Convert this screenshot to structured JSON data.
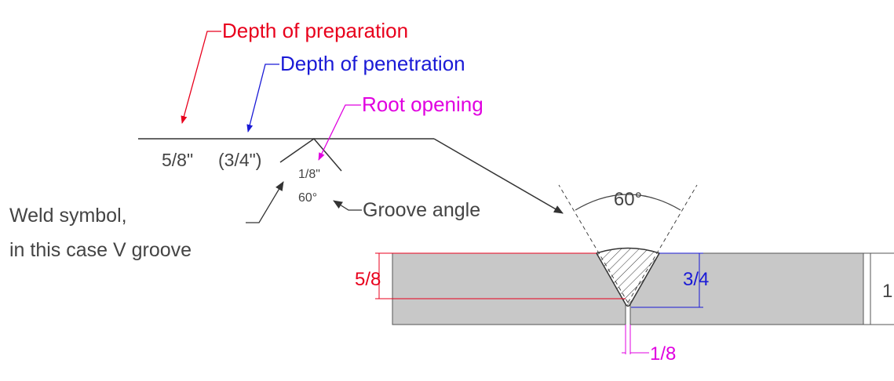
{
  "labels": {
    "depth_of_preparation": "Depth of preparation",
    "depth_of_penetration": "Depth of penetration",
    "root_opening": "Root opening",
    "weld_symbol_line1": "Weld symbol,",
    "weld_symbol_line2": "in this case V groove",
    "groove_angle": "Groove angle"
  },
  "symbol": {
    "preparation_value": "5/8\"",
    "penetration_value": "(3/4\")",
    "root_value": "1/8\"",
    "angle_value": "60°"
  },
  "section": {
    "angle_label": "60°",
    "preparation_dim": "5/8",
    "penetration_dim": "3/4",
    "root_dim": "1/8",
    "thickness_dim": "1"
  },
  "colors": {
    "preparation": "#e8001c",
    "penetration": "#1a1ad6",
    "root": "#e000e0",
    "linework": "#333333",
    "plate_fill": "#c8c8c8"
  }
}
